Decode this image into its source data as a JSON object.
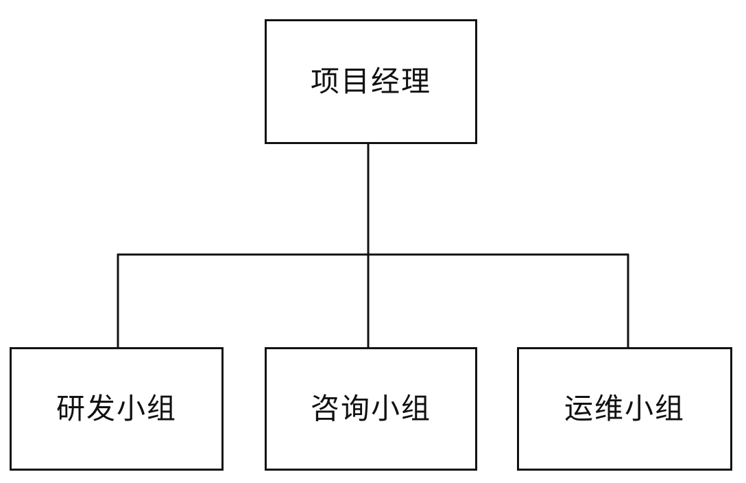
{
  "org_chart": {
    "root": {
      "label": "项目经理"
    },
    "children": [
      {
        "label": "研发小组"
      },
      {
        "label": "咨询小组"
      },
      {
        "label": "运维小组"
      }
    ]
  }
}
